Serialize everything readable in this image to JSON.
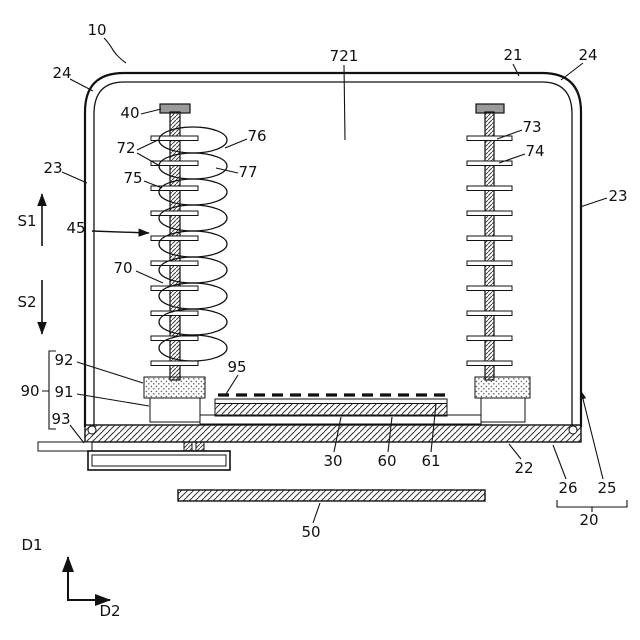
{
  "figure": {
    "kind": "patent-line-drawing",
    "background": "#ffffff",
    "line_color": "#111111"
  },
  "labels": {
    "n10": "10",
    "n721": "721",
    "n21": "21",
    "n24_right": "24",
    "n24_left": "24",
    "n40": "40",
    "n76": "76",
    "n72": "72",
    "n77": "77",
    "n75": "75",
    "n73": "73",
    "n74": "74",
    "n23_left": "23",
    "n23_right": "23",
    "s1": "S1",
    "n45": "45",
    "s2": "S2",
    "n70": "70",
    "n92": "92",
    "n90": "90",
    "n91": "91",
    "n93": "93",
    "n95": "95",
    "n30": "30",
    "n60": "60",
    "n61": "61",
    "n22": "22",
    "n26": "26",
    "n25": "25",
    "n20": "20",
    "n50": "50",
    "d1": "D1",
    "d2": "D2"
  }
}
